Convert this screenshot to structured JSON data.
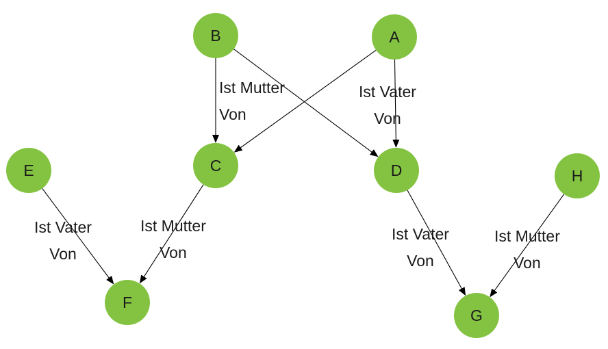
{
  "style": {
    "node_color": "#84c341",
    "edge_color": "#000000"
  },
  "nodes": [
    {
      "id": "B",
      "label": "B"
    },
    {
      "id": "A",
      "label": "A"
    },
    {
      "id": "E",
      "label": "E"
    },
    {
      "id": "C",
      "label": "C"
    },
    {
      "id": "D",
      "label": "D"
    },
    {
      "id": "H",
      "label": "H"
    },
    {
      "id": "F",
      "label": "F"
    },
    {
      "id": "G",
      "label": "G"
    }
  ],
  "edges": [
    {
      "from": "B",
      "to": "C",
      "label_line1": "Ist Mutter",
      "label_line2": "Von"
    },
    {
      "from": "B",
      "to": "D",
      "label_line1": "",
      "label_line2": ""
    },
    {
      "from": "A",
      "to": "C",
      "label_line1": "",
      "label_line2": ""
    },
    {
      "from": "A",
      "to": "D",
      "label_line1": "Ist Vater",
      "label_line2": "Von"
    },
    {
      "from": "E",
      "to": "F",
      "label_line1": "Ist Vater",
      "label_line2": "Von"
    },
    {
      "from": "C",
      "to": "F",
      "label_line1": "Ist Mutter",
      "label_line2": "Von"
    },
    {
      "from": "D",
      "to": "G",
      "label_line1": "Ist Vater",
      "label_line2": "Von"
    },
    {
      "from": "H",
      "to": "G",
      "label_line1": "Ist Mutter",
      "label_line2": "Von"
    }
  ]
}
